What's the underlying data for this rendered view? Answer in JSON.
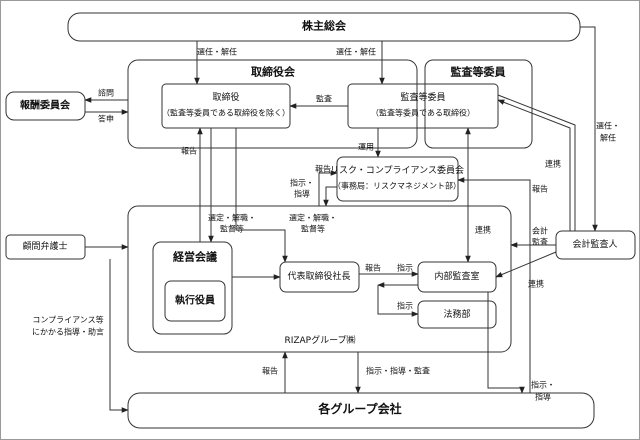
{
  "boxes": {
    "shareholders": "株主総会",
    "board": "取締役会",
    "audit_committee": "監査等委員",
    "directors": "取締役",
    "directors_note": "（監査等委員である取締役を除く）",
    "audit_members": "監査等委員",
    "audit_members_note": "（監査等委員である取締役）",
    "remuneration_committee": "報酬委員会",
    "risk_committee": "リスク・コンプライアンス委員会",
    "risk_committee_note": "（事務局：リスクマネジメント部）",
    "advisor_lawyer": "顧問弁護士",
    "management_meeting": "経営会議",
    "executive_officers": "執行役員",
    "representative": "代表取締役社長",
    "internal_audit": "内部監査室",
    "legal_dept": "法務部",
    "group_name": "RIZAPグループ㈱",
    "accounting_auditor": "会計監査人",
    "group_companies": "各グループ会社"
  },
  "labels": {
    "elect_dismiss_1": "選任・解任",
    "elect_dismiss_2": "選任・解任",
    "elect_dismiss_3": "選任・",
    "elect_dismiss_3b": "解任",
    "consult": "諮問",
    "report_back": "答申",
    "audit": "監査",
    "operation": "運用",
    "report_board": "報告",
    "report_risk": "報告",
    "instruct_1": "指示・",
    "instruct_1b": "指導",
    "select_a": "選定・解職・",
    "select_b": "監督等",
    "select2_a": "選定・解職・",
    "select2_b": "監督等",
    "coordination_1": "連携",
    "coordination_2": "連携",
    "coordination_3": "連携",
    "report_right": "報告",
    "accounting_audit_a": "会計",
    "accounting_audit_b": "監査",
    "report_rep": "報告",
    "instruct_internal": "指示",
    "instruct_legal": "指示",
    "compliance_a": "コンプライアンス等",
    "compliance_b": "にかかる指導・助言",
    "report_group": "報告",
    "instruct_group": "指示・指導・監査",
    "instruct_group2_a": "指示・",
    "instruct_group2_b": "指導"
  }
}
